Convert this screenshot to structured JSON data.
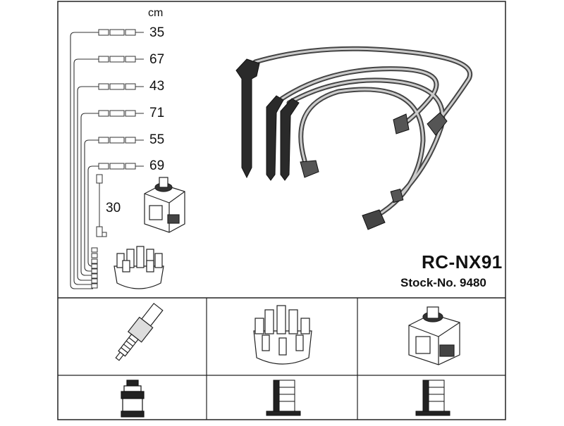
{
  "diagram": {
    "unit_label": "cm",
    "lengths": [
      "35",
      "67",
      "43",
      "71",
      "55",
      "69"
    ],
    "coil_lead_length": "30",
    "model": "RC-NX91",
    "stock_number": "Stock-No. 9480"
  }
}
